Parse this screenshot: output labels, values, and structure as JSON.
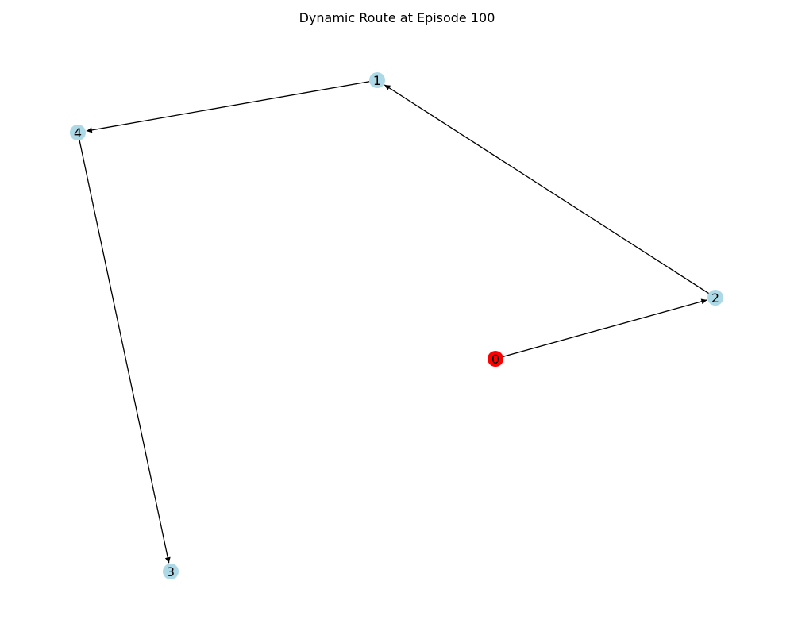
{
  "title": "Dynamic Route at Episode 100",
  "colors": {
    "start_node": "#ff0000",
    "node": "#add8e6",
    "edge": "#000000",
    "label": "#000000"
  },
  "nodes": [
    {
      "id": "0",
      "label": "0",
      "role": "start"
    },
    {
      "id": "1",
      "label": "1",
      "role": "node"
    },
    {
      "id": "2",
      "label": "2",
      "role": "node"
    },
    {
      "id": "3",
      "label": "3",
      "role": "node"
    },
    {
      "id": "4",
      "label": "4",
      "role": "node"
    }
  ],
  "edges": [
    {
      "from": "0",
      "to": "2"
    },
    {
      "from": "2",
      "to": "1"
    },
    {
      "from": "1",
      "to": "4"
    },
    {
      "from": "4",
      "to": "3"
    }
  ]
}
